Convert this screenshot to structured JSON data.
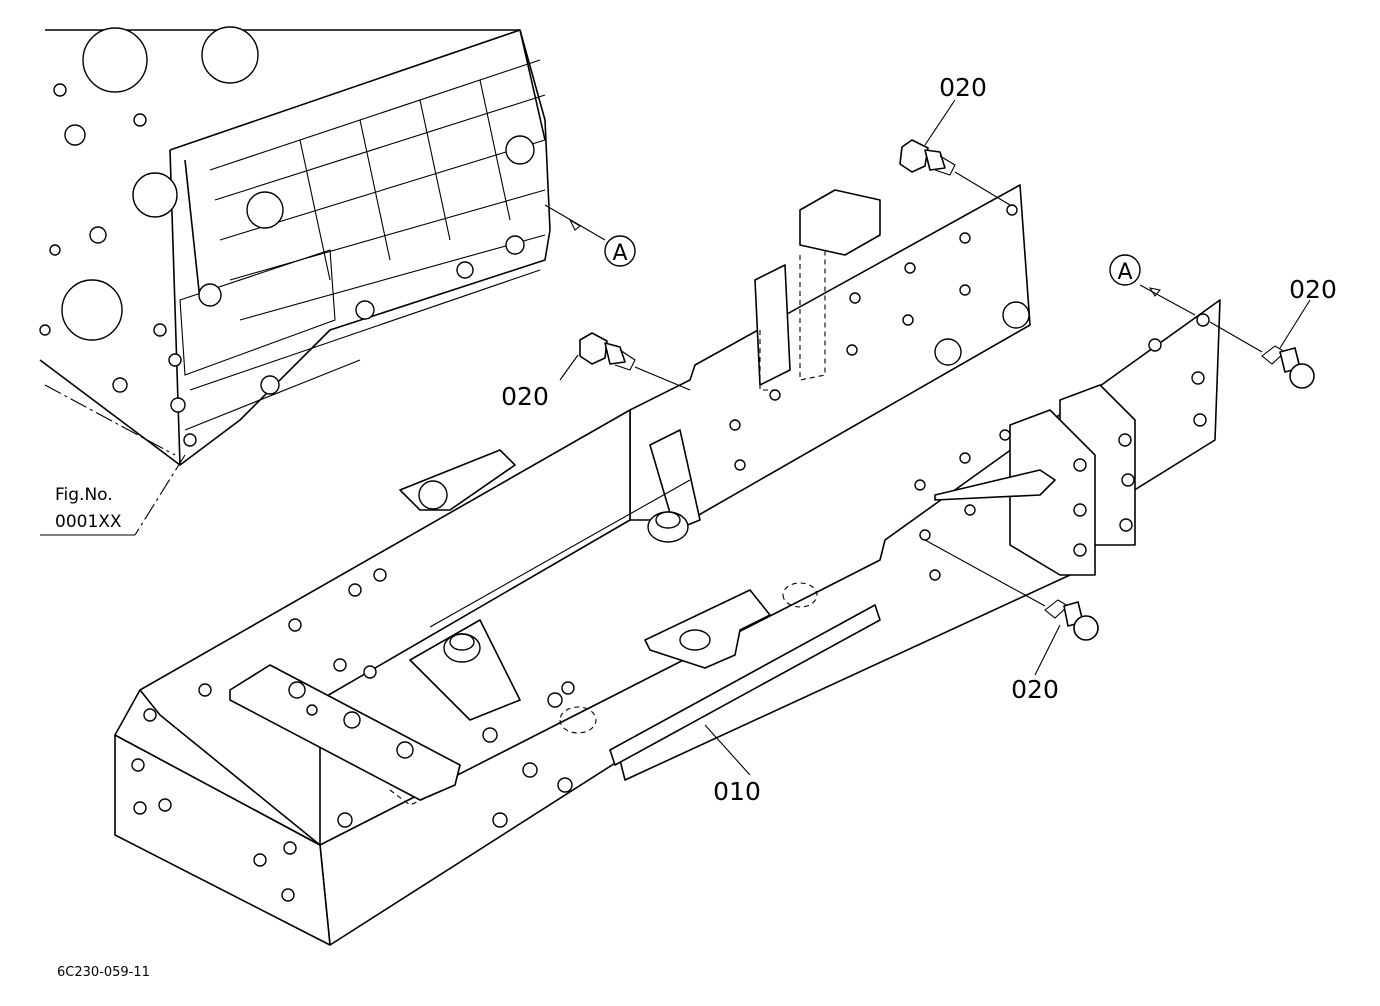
{
  "diagram": {
    "drawing_number": "6C230-059-11",
    "figure_reference": {
      "line1": "Fig.No.",
      "line2": "0001XX"
    },
    "view_marker": "A",
    "part_callouts": {
      "frame": "010",
      "bolt_top": "020",
      "bolt_left": "020",
      "bolt_right": "020",
      "bolt_bottom": "020"
    }
  }
}
